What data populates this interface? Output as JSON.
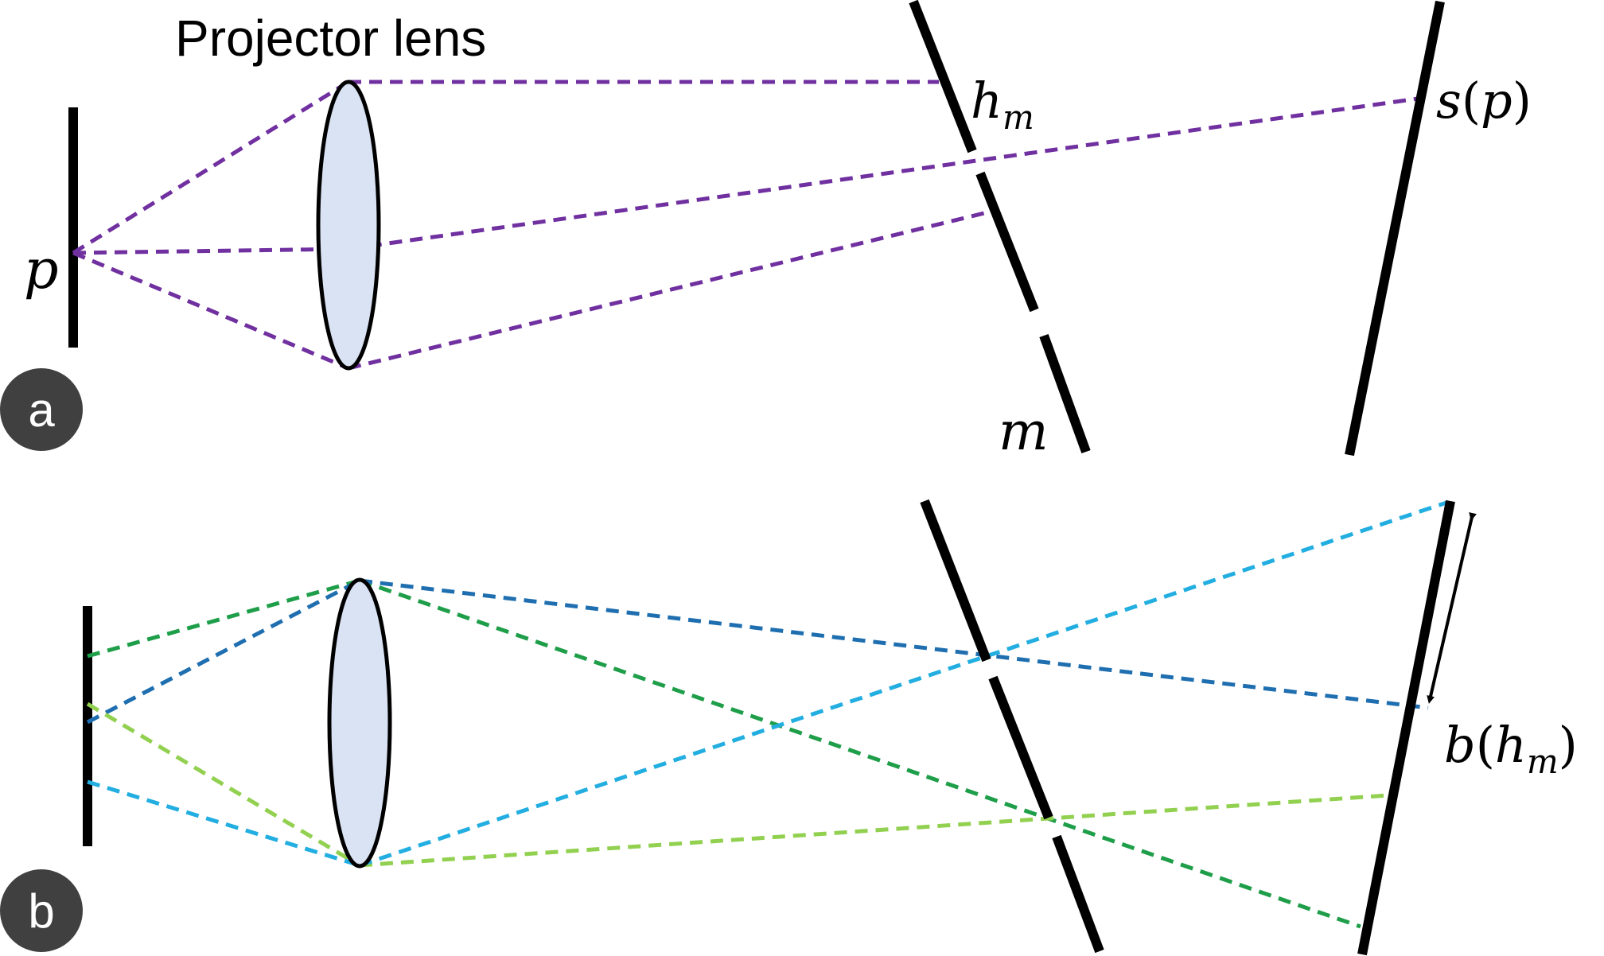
{
  "panel_a": {
    "badge": "a",
    "title": "Projector lens",
    "label_p": "p",
    "label_hm_base": "h",
    "label_hm_sub": "m",
    "label_m": "m",
    "label_s_fn": "s",
    "label_s_open": "(",
    "label_s_arg": "p",
    "label_s_close": ")",
    "ray_color": "#7030A0"
  },
  "panel_b": {
    "badge": "b",
    "label_b_fn": "b",
    "label_b_open": "(",
    "label_b_arg": "h",
    "label_b_sub": "m",
    "label_b_close": ")",
    "ray_colors": [
      "#1F9E4A",
      "#1F6FB0",
      "#92D050",
      "#22AEE0"
    ]
  },
  "colors": {
    "lens_fill": "#DAE3F3",
    "ink": "#000000",
    "badge_fill": "#404040"
  }
}
